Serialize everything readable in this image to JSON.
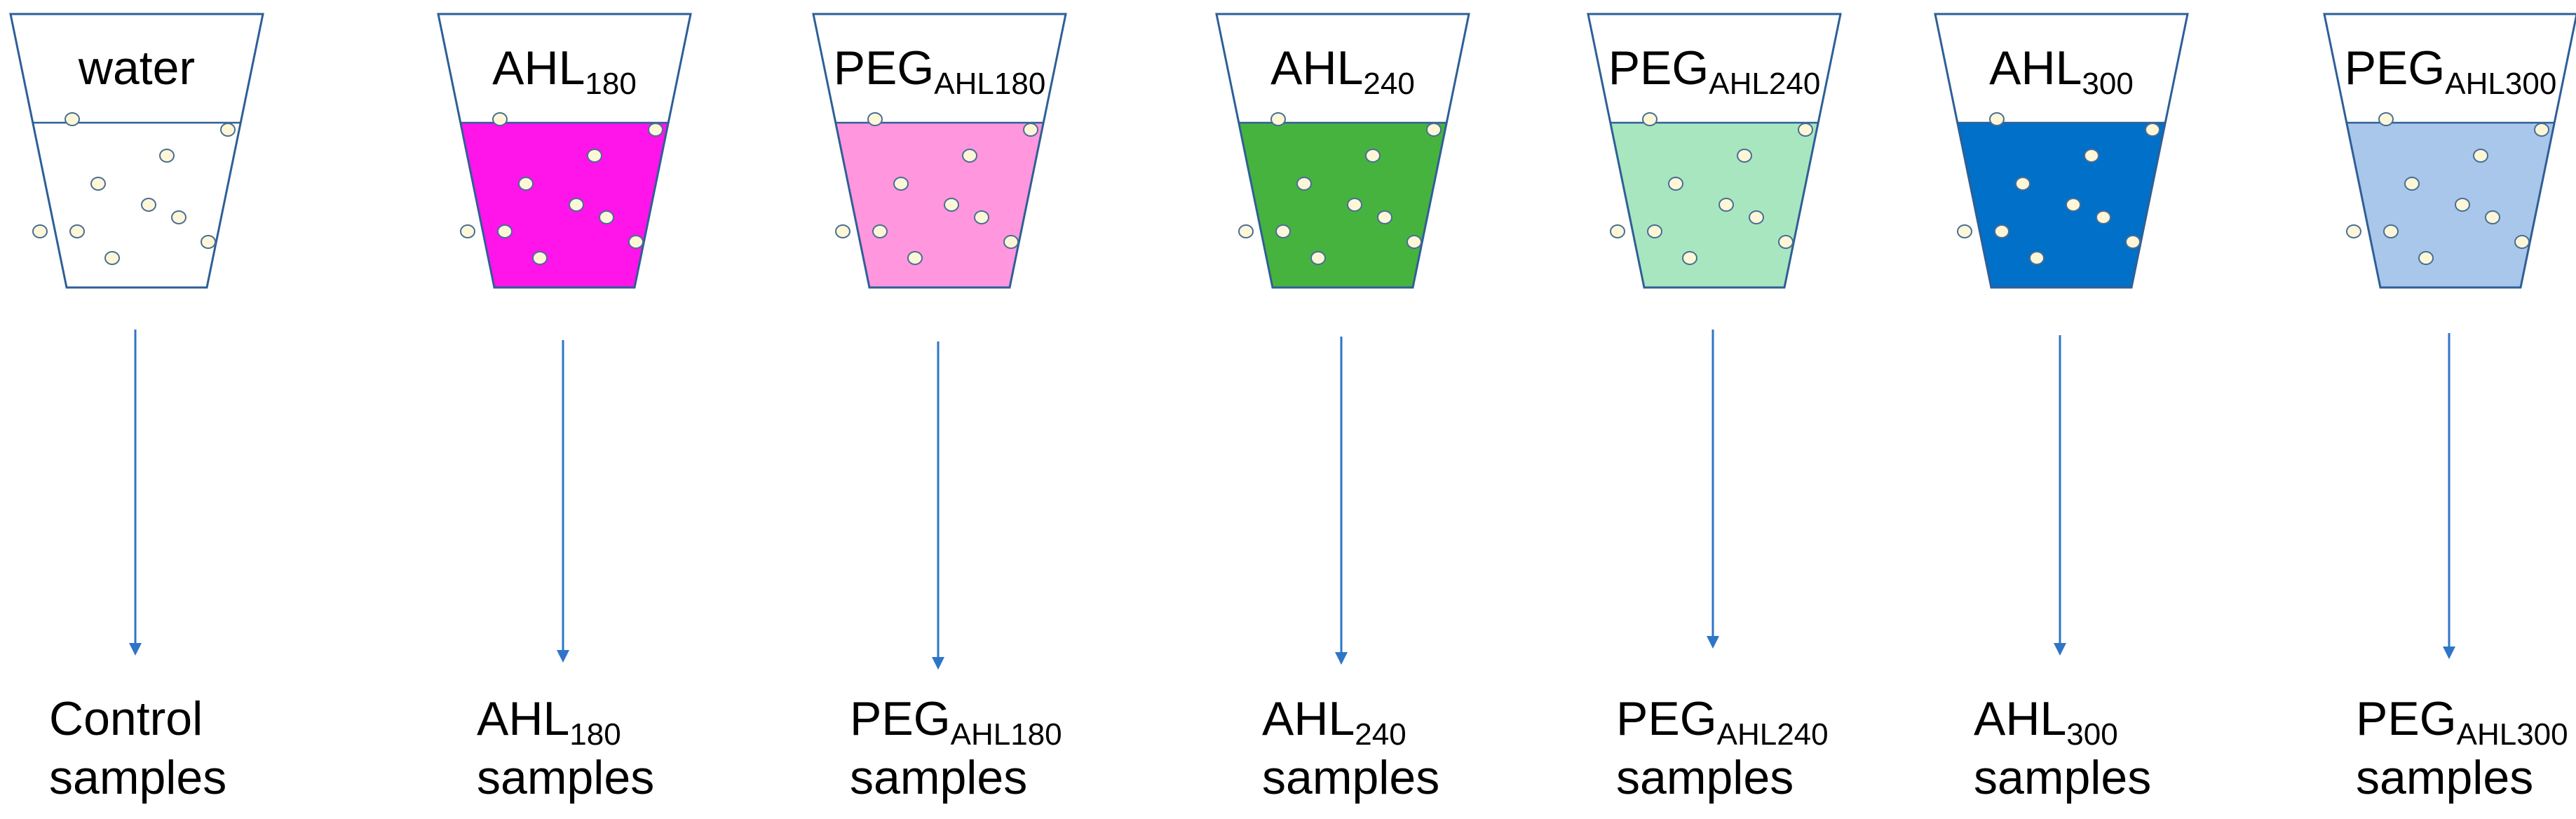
{
  "beakers": [
    {
      "id": "water",
      "label_main": "water",
      "label_sub": "",
      "liquid_color": "#ffffff",
      "output_main": "Control",
      "output_sub": "",
      "output_line2": "samples"
    },
    {
      "id": "ahl180",
      "label_main": "AHL",
      "label_sub": "180",
      "liquid_color": "#ff14ea",
      "output_main": "AHL",
      "output_sub": "180",
      "output_line2": "samples"
    },
    {
      "id": "peg-ahl180",
      "label_main": "PEG",
      "label_sub": "AHL180",
      "liquid_color": "#ff96de",
      "output_main": "PEG",
      "output_sub": "AHL180",
      "output_line2": "samples"
    },
    {
      "id": "ahl240",
      "label_main": "AHL",
      "label_sub": "240",
      "liquid_color": "#47b33f",
      "output_main": "AHL",
      "output_sub": "240",
      "output_line2": "samples"
    },
    {
      "id": "peg-ahl240",
      "label_main": "PEG",
      "label_sub": "AHL240",
      "liquid_color": "#a8e6c0",
      "output_main": "PEG",
      "output_sub": "AHL240",
      "output_line2": "samples"
    },
    {
      "id": "ahl300",
      "label_main": "AHL",
      "label_sub": "300",
      "liquid_color": "#0070c8",
      "output_main": "AHL",
      "output_sub": "300",
      "output_line2": "samples"
    },
    {
      "id": "peg-ahl300",
      "label_main": "PEG",
      "label_sub": "AHL300",
      "liquid_color": "#a9c6eb",
      "output_main": "PEG",
      "output_sub": "AHL300",
      "output_line2": "samples"
    }
  ],
  "colors": {
    "outline": "#2e5f96",
    "arrow": "#2e75c8",
    "seed_fill": "#fdf7d8",
    "seed_stroke": "#4a6e94"
  }
}
